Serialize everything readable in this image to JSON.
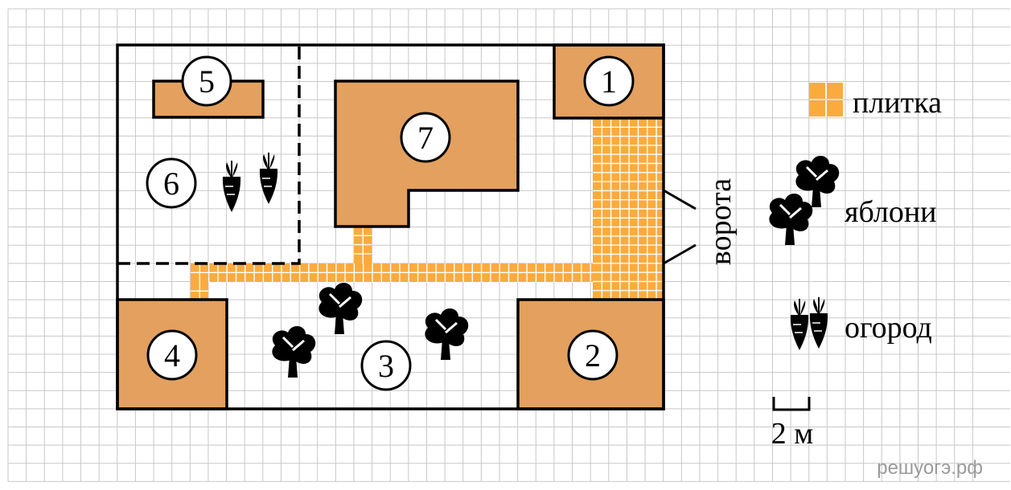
{
  "colors": {
    "building": "#e3a05f",
    "tile": "#fbab3e",
    "grid": "#c8c8c8",
    "ink": "#000000",
    "watermark": "#9a9a9a"
  },
  "objects": [
    {
      "id": "obj-1",
      "label": "1"
    },
    {
      "id": "obj-2",
      "label": "2"
    },
    {
      "id": "obj-3",
      "label": "3"
    },
    {
      "id": "obj-4",
      "label": "4"
    },
    {
      "id": "obj-5",
      "label": "5"
    },
    {
      "id": "obj-6",
      "label": "6"
    },
    {
      "id": "obj-7",
      "label": "7"
    }
  ],
  "gate_label": "ворота",
  "legend": {
    "tile": "плитка",
    "apple_trees": "яблони",
    "garden": "огород"
  },
  "scale_label": "2 м",
  "watermark": "решуогэ.рф"
}
